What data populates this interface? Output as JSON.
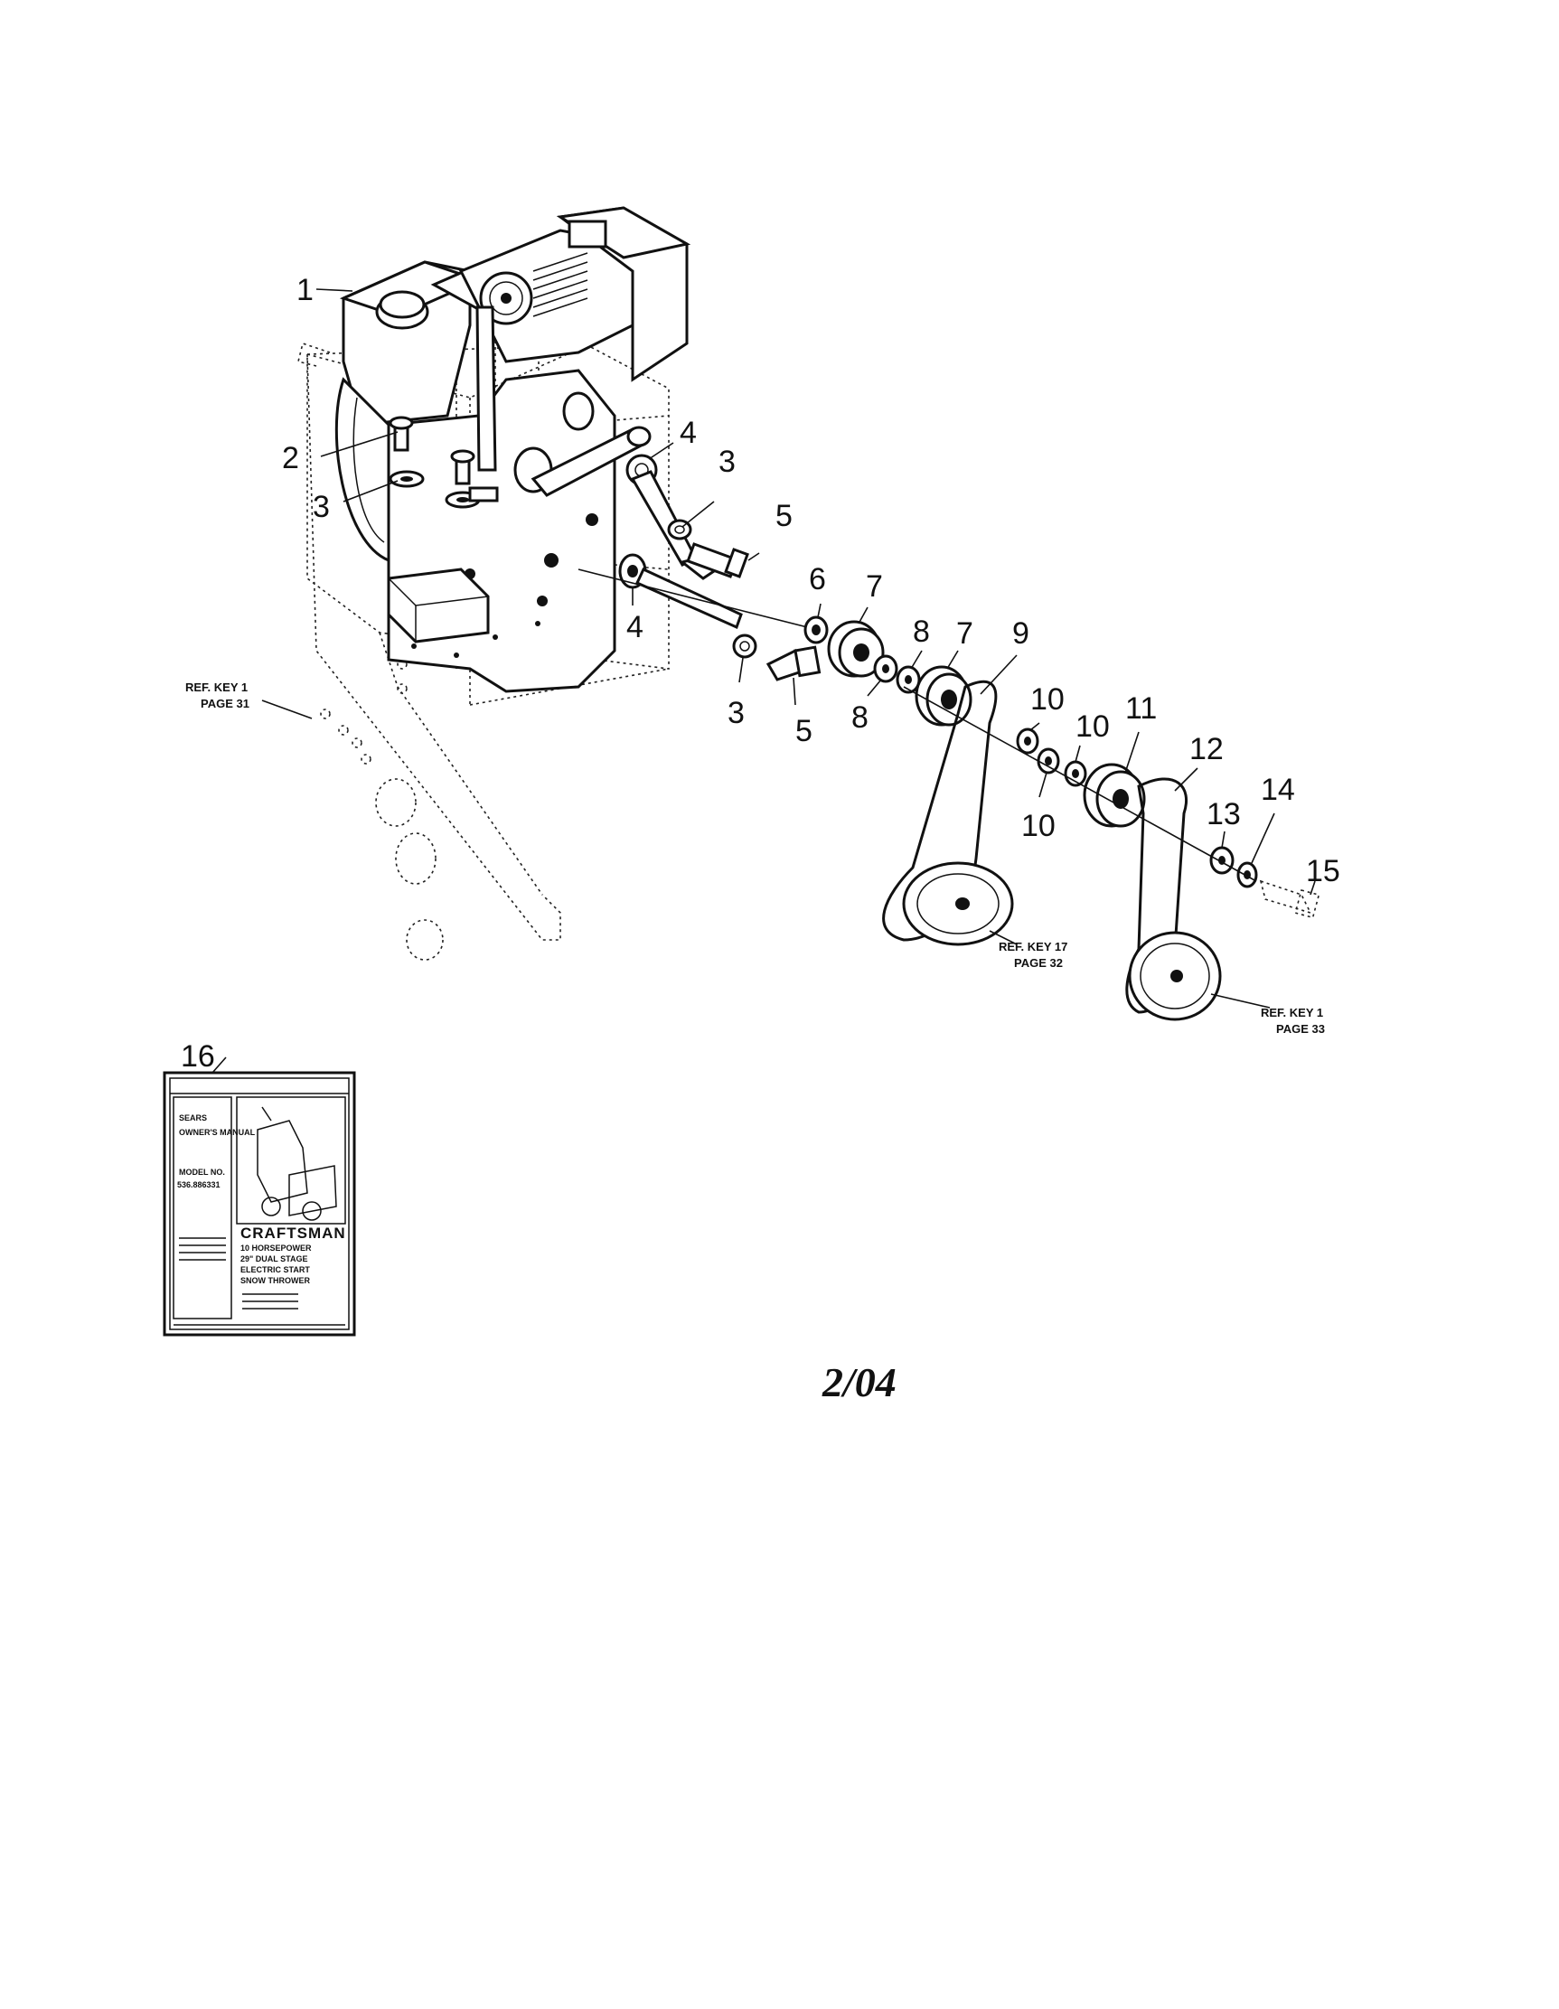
{
  "callouts": [
    {
      "id": "c1",
      "label": "1"
    },
    {
      "id": "c2",
      "label": "2"
    },
    {
      "id": "c3a",
      "label": "3"
    },
    {
      "id": "c4a",
      "label": "4"
    },
    {
      "id": "c3b",
      "label": "3"
    },
    {
      "id": "c5a",
      "label": "5"
    },
    {
      "id": "c4b",
      "label": "4"
    },
    {
      "id": "c3c",
      "label": "3"
    },
    {
      "id": "c5b",
      "label": "5"
    },
    {
      "id": "c6",
      "label": "6"
    },
    {
      "id": "c7a",
      "label": "7"
    },
    {
      "id": "c8a",
      "label": "8"
    },
    {
      "id": "c8b",
      "label": "8"
    },
    {
      "id": "c7b",
      "label": "7"
    },
    {
      "id": "c9",
      "label": "9"
    },
    {
      "id": "c10a",
      "label": "10"
    },
    {
      "id": "c10b",
      "label": "10"
    },
    {
      "id": "c10c",
      "label": "10"
    },
    {
      "id": "c11",
      "label": "11"
    },
    {
      "id": "c12",
      "label": "12"
    },
    {
      "id": "c13",
      "label": "13"
    },
    {
      "id": "c14",
      "label": "14"
    },
    {
      "id": "c15",
      "label": "15"
    },
    {
      "id": "c16",
      "label": "16"
    }
  ],
  "references": [
    {
      "line1": "REF. KEY 1",
      "line2": "PAGE 31"
    },
    {
      "line1": "REF. KEY 17",
      "line2": "PAGE 32"
    },
    {
      "line1": "REF. KEY 1",
      "line2": "PAGE 33"
    }
  ],
  "manual": {
    "brand": "SEARS",
    "doc_type": "OWNER'S MANUAL",
    "model_label": "MODEL NO.",
    "model_number": "536.886331",
    "product_brand": "CRAFTSMAN",
    "lines": [
      "10 HORSEPOWER",
      "29\" DUAL STAGE",
      "ELECTRIC START",
      "SNOW THROWER"
    ]
  },
  "date_code": "2/04"
}
